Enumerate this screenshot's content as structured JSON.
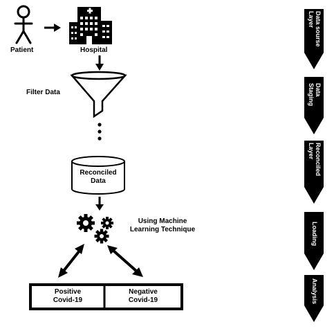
{
  "left_flow": {
    "patient_label": "Patient",
    "hospital_label": "Hospital",
    "filter_label": "Filter Data",
    "reconciled_lines": [
      "Reconciled",
      "Data"
    ],
    "ml_lines": [
      "Using Machine",
      "Learning Technique"
    ],
    "result_positive_lines": [
      "Positive",
      "Covid-19"
    ],
    "result_negative_lines": [
      "Negative",
      "Covid-19"
    ]
  },
  "stages": [
    {
      "lines": [
        "Data sourse",
        "Layer"
      ]
    },
    {
      "lines": [
        "Data",
        "Staging"
      ]
    },
    {
      "lines": [
        "Reconciled",
        "Layer"
      ]
    },
    {
      "lines": [
        "Loading"
      ]
    },
    {
      "lines": [
        "Analysis"
      ]
    }
  ],
  "colors": {
    "ink": "#000000",
    "paper": "#ffffff"
  },
  "icons": [
    "person-icon",
    "hospital-building-icon",
    "funnel-icon",
    "database-cylinder-icon",
    "gears-icon"
  ]
}
